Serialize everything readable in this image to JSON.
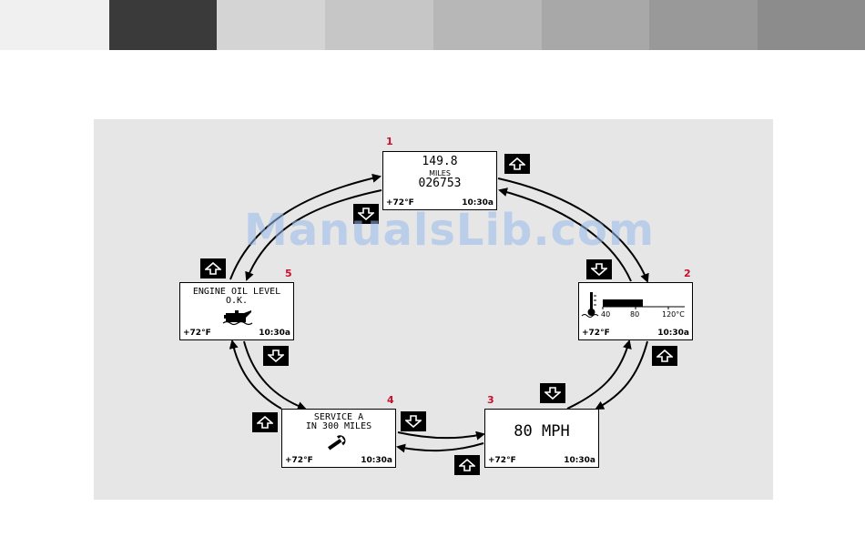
{
  "colors": {
    "swatches": [
      "#f0f0f0",
      "#3a3a3a",
      "#d4d4d4",
      "#c6c6c6",
      "#b7b7b7",
      "#a8a8a8",
      "#999999",
      "#8c8c8c"
    ],
    "panel": "#e6e6e6",
    "label": "#c8102e"
  },
  "watermark": "ManualsLib.com",
  "screens": [
    {
      "number": "1",
      "value": "149.8",
      "unit": "MILES",
      "odometer": "026753",
      "temp": "+72°F",
      "time": "10:30a"
    },
    {
      "number": "2",
      "scale_start": "40",
      "scale_mid": "80",
      "scale_end": "120°C",
      "temp": "+72°F",
      "time": "10:30a"
    },
    {
      "number": "3",
      "speed": "80 MPH",
      "temp": "+72°F",
      "time": "10:30a"
    },
    {
      "number": "4",
      "line1": "SERVICE A",
      "line2": "IN 300 MILES",
      "icon": "wrench-icon",
      "temp": "+72°F",
      "time": "10:30a"
    },
    {
      "number": "5",
      "line1": "ENGINE OIL LEVEL",
      "line2": "O.K.",
      "icon": "oil-can-icon",
      "temp": "+72°F",
      "time": "10:30a"
    }
  ],
  "buttons": {
    "up": "up-arrow-icon",
    "down": "down-arrow-icon"
  }
}
